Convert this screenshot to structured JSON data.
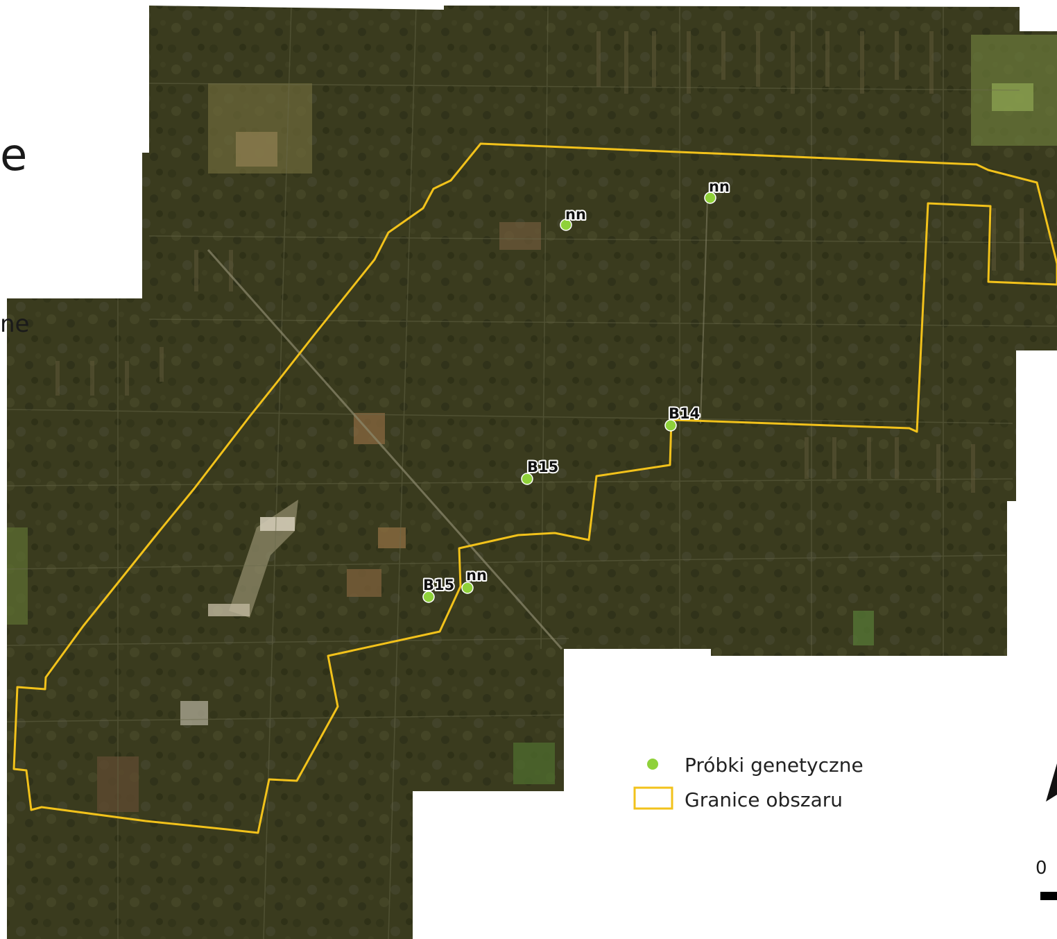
{
  "colors": {
    "forest": "#3a3b1e",
    "forest_dark": "#2c2e16",
    "boundary": "#f2c21b",
    "sample_point": "#8fd13a",
    "background": "#ffffff"
  },
  "edge_text": {
    "letter": "e",
    "word": "ne",
    "scale_zero": "0"
  },
  "samples": [
    {
      "id": "nn-north-east",
      "label": "nn"
    },
    {
      "id": "nn-north",
      "label": "nn"
    },
    {
      "id": "b14",
      "label": "B14"
    },
    {
      "id": "b15-upper",
      "label": "B15"
    },
    {
      "id": "b15-lower",
      "label": "B15"
    },
    {
      "id": "nn-south",
      "label": "nn"
    }
  ],
  "legend": {
    "items": [
      {
        "label": "Próbki genetyczne",
        "icon": "green-dot-icon"
      },
      {
        "label": "Granice obszaru",
        "icon": "yellow-outline-rectangle-icon"
      }
    ]
  }
}
